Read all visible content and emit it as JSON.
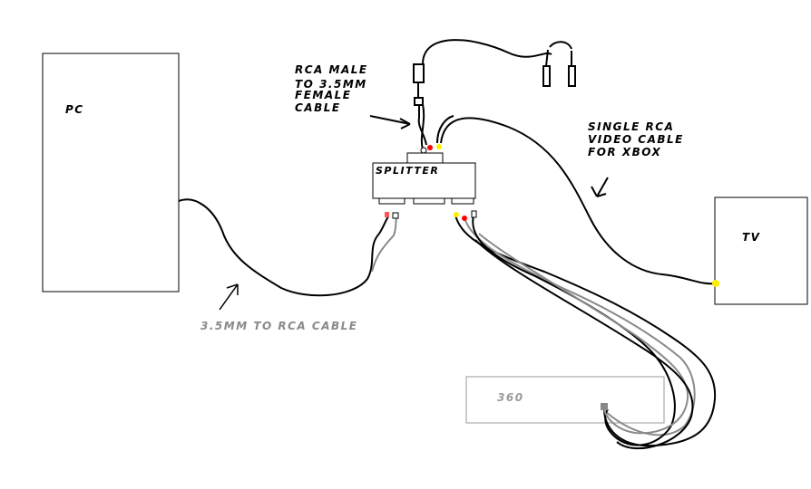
{
  "devices": {
    "pc": "PC",
    "splitter": "SPLITTER",
    "tv": "TV",
    "xbox": "360"
  },
  "labels": {
    "rca_cable": [
      "RCA MALE",
      "TO 3.5MM",
      "FEMALE",
      "CABLE"
    ],
    "video_cable": [
      "SINGLE RCA",
      "VIDEO CABLE",
      "FOR XBOX"
    ],
    "pc_cable": "3.5MM TO RCA CABLE"
  },
  "colors": {
    "line": "#000000",
    "gray_cable": "#8a8a8a",
    "box_stroke": "#9a9a9a",
    "rca_red": "#ff0000",
    "rca_yellow": "#ffee00",
    "rca_white": "#ffffff"
  }
}
